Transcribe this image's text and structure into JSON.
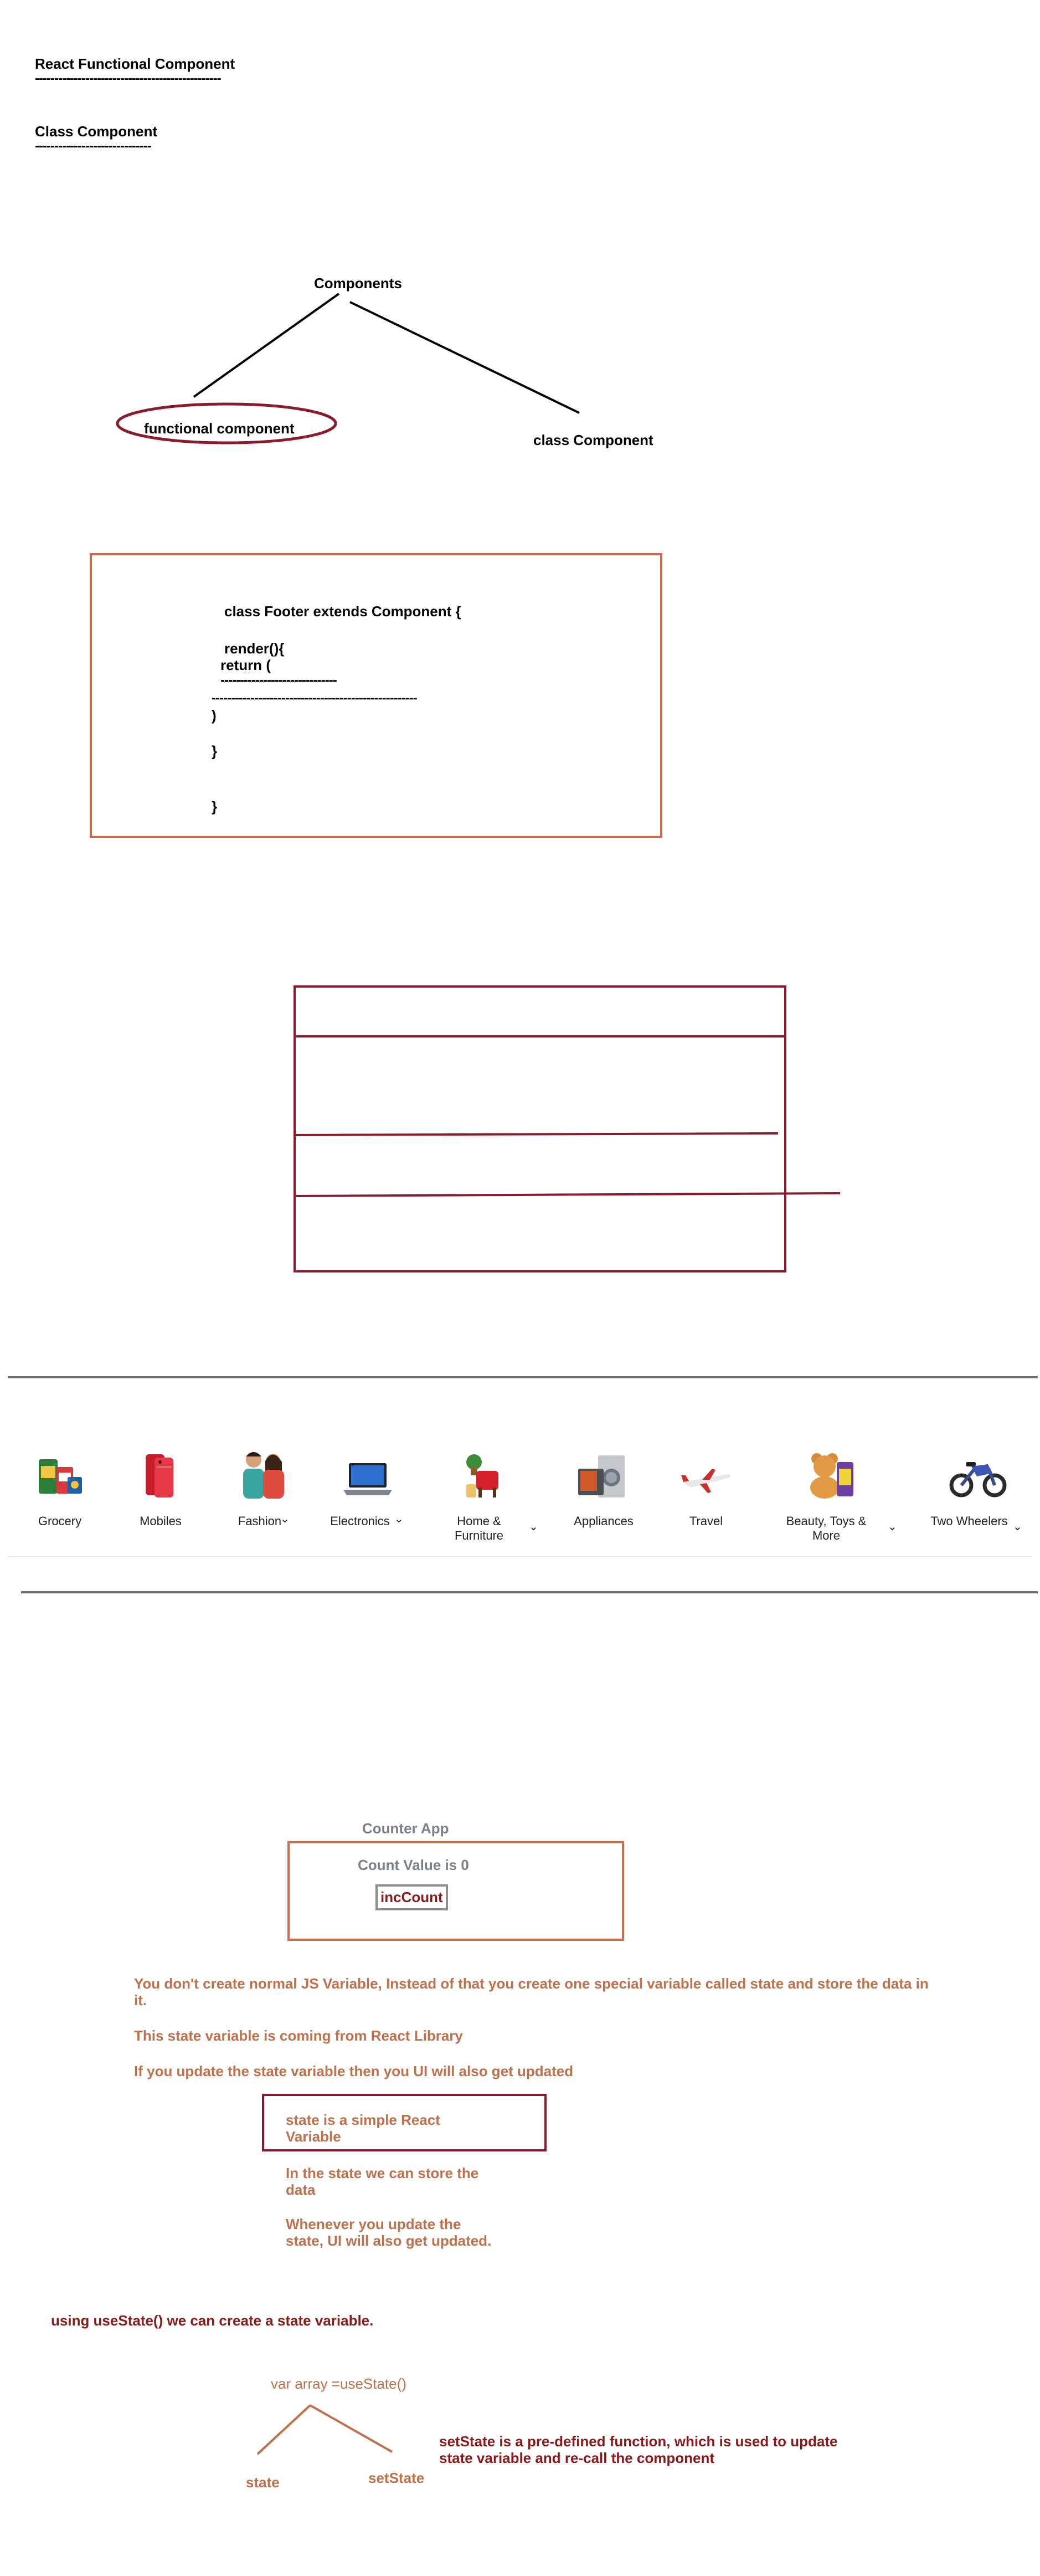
{
  "intro": {
    "functional_title": "React Functional Component",
    "functional_underline": "------------------------------------------------",
    "class_title": "Class Component",
    "class_underline": "------------------------------"
  },
  "tree": {
    "root": "Components",
    "left": "functional component",
    "right": "class Component"
  },
  "code": {
    "line1": "class Footer extends Component {",
    "line2": "render(){",
    "line3": "return (",
    "line4": "------------------------------",
    "line5": "-----------------------------------------------------",
    "line6": ")",
    "line7": "}",
    "line8": "}"
  },
  "categories": [
    {
      "label": "Grocery",
      "icon": "grocery-icon"
    },
    {
      "label": "Mobiles",
      "icon": "mobile-phone-icon"
    },
    {
      "label": "Fashion",
      "icon": "fashion-icon"
    },
    {
      "label": "Electronics",
      "icon": "laptop-icon"
    },
    {
      "label": "Home & Furniture",
      "icon": "furniture-icon"
    },
    {
      "label": "Appliances",
      "icon": "appliances-icon"
    },
    {
      "label": "Travel",
      "icon": "airplane-icon"
    },
    {
      "label": "Beauty, Toys & More",
      "icon": "teddy-bear-icon"
    },
    {
      "label": "Two Wheelers",
      "icon": "motorbike-icon"
    }
  ],
  "counter": {
    "title": "Counter App",
    "count_text": "Count Value is 0",
    "button": "incCount"
  },
  "notes": {
    "p1": "You don't create normal JS Variable, Instead of that you create one special variable called state and store the data in it.",
    "p2": "This state variable is coming from React Library",
    "p3": "If you update the state variable then you UI will also get updated",
    "box_text": "state is a simple React Variable",
    "n1": "In the state we can store the data",
    "n2": "Whenever you update the state, UI will also get updated.",
    "usestate": "using useState() we can create a state variable.",
    "var_line": "var array =useState()",
    "state": "state",
    "setstate": "setState",
    "setstate_desc": "setState is a pre-defined function, which is used to update state variable and re-call the component"
  },
  "colors": {
    "orange": "#c0704a",
    "maroon": "#8b1a1a",
    "gray": "#7c8187"
  }
}
